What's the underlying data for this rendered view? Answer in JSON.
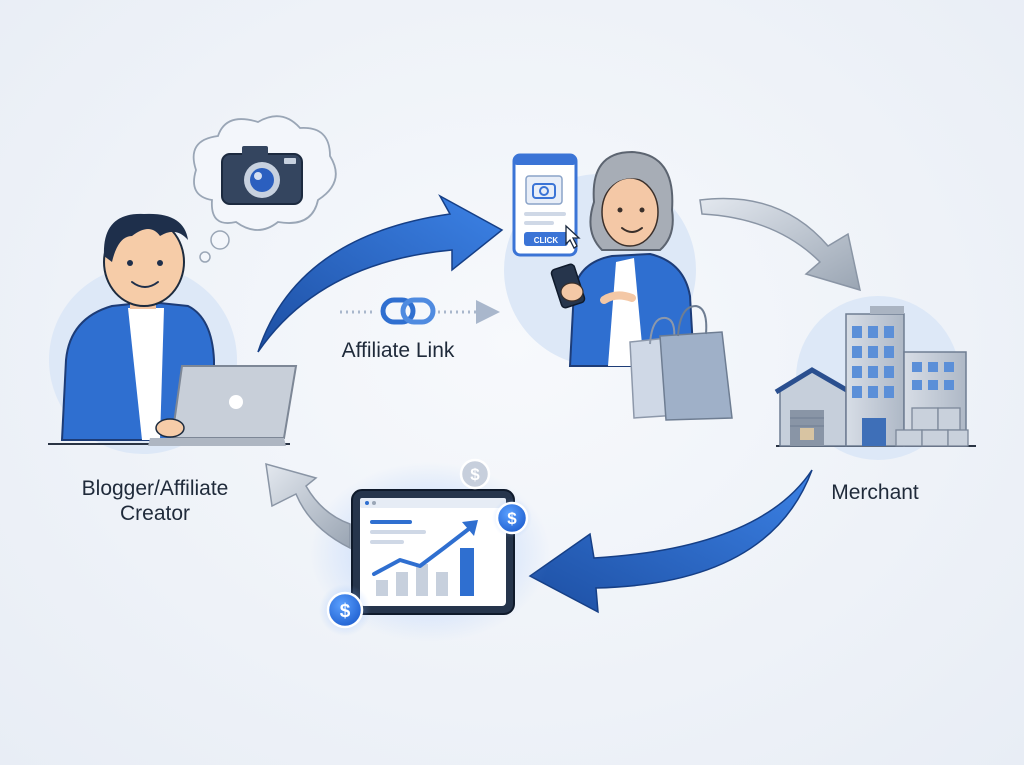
{
  "labels": {
    "creator": "Blogger/Affiliate Creator",
    "affiliate_link": "Affiliate Link",
    "merchant": "Merchant",
    "click_button": "CLICK"
  },
  "colors": {
    "primary_blue": "#2f6fd0",
    "dark_blue": "#1d4fa3",
    "light_circle": "#dde8f7",
    "grey_arrow": "#b9c2ce",
    "coin_blue": "#2a74e8"
  },
  "icons": {
    "thought_bubble": "camera-icon",
    "link": "chain-link-icon",
    "dashboard": "growth-chart-icon",
    "coins": "dollar-coin-icon",
    "cursor": "pointer-cursor-icon"
  }
}
